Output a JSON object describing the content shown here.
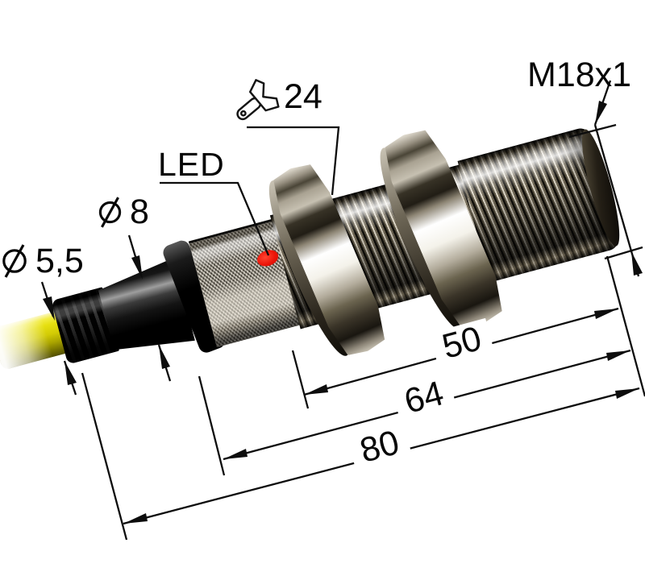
{
  "drawing": {
    "type": "sensor-dimensional-diagram",
    "background": "#ffffff",
    "line_color": "#0d0d0d",
    "labels": {
      "cable_diameter": "5,5",
      "gland_diameter": "8",
      "led": "LED",
      "wrench_size": "24",
      "thread_spec": "M18x1"
    },
    "dimensions": {
      "thread_length": "50",
      "body_length": "64",
      "overall_length": "80"
    },
    "icons": {
      "diameter_symbol": "circle-with-slash",
      "wrench": "open-end-wrench"
    },
    "colors": {
      "cable_yellow": "#e6df10",
      "led_red": "#ec1408",
      "gland_black": "#141414",
      "metal_light": "#efece4",
      "metal_dark": "#2a251d"
    }
  }
}
